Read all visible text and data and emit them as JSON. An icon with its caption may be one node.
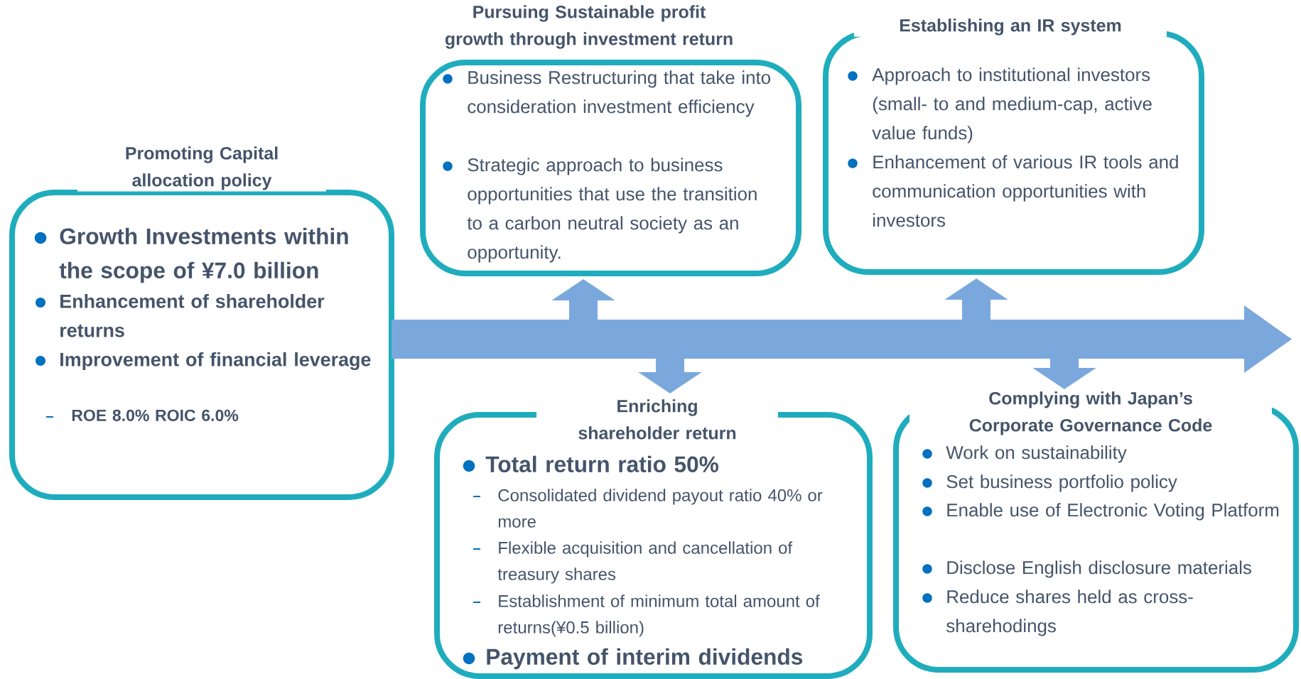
{
  "diagram": {
    "nodes": [
      {
        "text": [
          "Promoting Capital allocation policy",
          "Growth Investments within the scope of ¥7.0 billion",
          "Enhancement of  shareholder returns",
          "Improvement of financial leverage",
          "ROE 8.0% ROIC 6.0%"
        ]
      },
      {
        "text": [
          "Pursuing Sustainable profit growth through investment return",
          "Business Restructuring that take into consideration investment efficiency",
          "Strategic approach to business opportunities that use the transition to a carbon neutral society as an opportunity."
        ]
      },
      {
        "text": [
          "Establishing an IR system",
          "Approach to institutional investors (small- to and medium-cap, active value funds)",
          "Enhancement of various IR tools and communication opportunities with investors"
        ]
      },
      {
        "text": [
          "Enriching shareholder return",
          "Total return ratio 50%",
          "Consolidated dividend payout ratio 40% or more",
          "Flexible acquisition and cancellation of treasury shares",
          "Establishment of minimum total amount of returns(¥0.5 billion)",
          "Payment of interim dividends"
        ]
      },
      {
        "text": [
          "Complying with Japan’s Corporate Governance Code",
          "Work on sustainability",
          "Set business portfolio policy",
          "Enable use of Electronic Voting Platform",
          "Disclose English disclosure materials",
          "Reduce shares held as cross-sharehodings"
        ]
      },
      {
        "text": [],
        "shape": "arrow"
      }
    ],
    "edges": [
      {
        "from": 5,
        "to": 1,
        "arrow": "to"
      },
      {
        "from": 5,
        "to": 3,
        "arrow": "to"
      },
      {
        "from": 5,
        "to": 2,
        "arrow": "to"
      },
      {
        "from": 5,
        "to": 4,
        "arrow": "to"
      }
    ]
  }
}
